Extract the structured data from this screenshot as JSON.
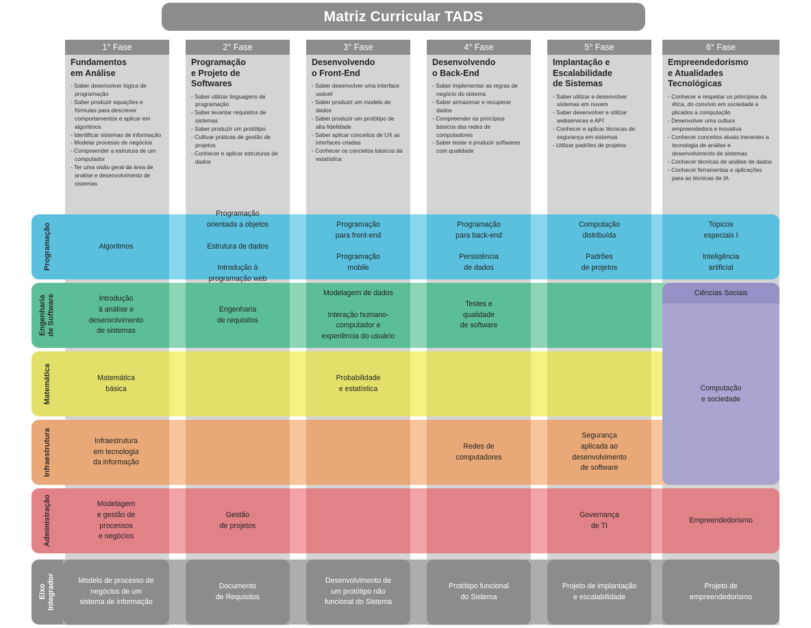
{
  "title": "Matriz Curricular TADS",
  "colors": {
    "title_bar": "#8c8c8c",
    "column_band": "#d4d4d4",
    "programacao": "#5bc0de",
    "programacao_light": "#87d6ec",
    "engenharia": "#5cbe96",
    "engenharia_light": "#8ed5b5",
    "matematica": "#e3e06a",
    "matematica_light": "#f5f17e",
    "infraestrutura": "#e8a877",
    "infraestrutura_light": "#f7c49b",
    "administracao": "#e08286",
    "administracao_light": "#f2a3a6",
    "eixo": "#8c8c8c",
    "eixo_light": "#adadad",
    "ciencias_sociais": "#a9a5d0",
    "ciencias_sociais_head": "#9691c6"
  },
  "phases": [
    {
      "header": "1° Fase",
      "title": "Fundamentos\nem Análise",
      "items": [
        "Saber desenvolver lógica de programação",
        "Saber produzir equações e fórmulas para descrever comportamentos e aplicar em algoritmos",
        "Identificar sistemas de informação",
        "Modelar processo de negócios",
        "Compreender a estrutura de um computador",
        "Ter uma visão geral da área de análise e desenvolvimento de sistemas"
      ]
    },
    {
      "header": "2° Fase",
      "title": "Programação\ne Projeto de\nSoftwares",
      "items": [
        "Saber utilizar linguagens de programação",
        "Saber levantar requisitos de sistemas",
        "Saber produzir um protótipo",
        "Cultivar práticas de gestão de projetos",
        "Conhecer e aplicar estruturas de dados"
      ]
    },
    {
      "header": "3° Fase",
      "title": "Desenvolvendo\no Front-End",
      "items": [
        "Saber desenvolver uma interface usável",
        "Saber produzir um modelo de dados",
        "Saber produzir um protótipo de alta fidelidade",
        "Saber aplicar conceitos de UX as interfaces criadas",
        "Conhecer os conceitos básicos da estatística"
      ]
    },
    {
      "header": "4° Fase",
      "title": "Desenvolvendo\no Back-End",
      "items": [
        "Saber implementar as regras de negócio do sistema",
        "Saber armazenar e recuperar dados",
        "Compreender os princípios básicos das redes de computadores",
        "Saber testar e produzir softwares com qualidade"
      ]
    },
    {
      "header": "5° Fase",
      "title": "Implantação e\nEscalabilidade\nde Sistemas",
      "items": [
        "Saber utilizar e desenvolver sistemas em nuvem",
        "Saber desenvolver e utilizar webservices e API",
        "Conhecer e aplicar técnicas de segurança em sistemas",
        "Utilizar padrões de projetos"
      ]
    },
    {
      "header": "6° Fase",
      "title": "Empreendedorismo\ne Atualidades\nTecnológicas",
      "items": [
        "Conhecer e respeitar os princípios da ética, do convívio em sociedade a plicados a computação",
        "Desenvolver uma cultura empreendedora e inovativa",
        "Conhecer conceitos atuais inerentes a tecnologia de análise e desenvolvimento de sistemas",
        "Conhecer técnicas de análise de dados",
        "Conhecer ferramentas e aplicações para as técnicas de IA"
      ]
    }
  ],
  "rows": [
    {
      "label": "Programação",
      "cells": [
        "Algoritmos",
        "Programação\norientada a objetos\n\nEstrutura de dados\n\nIntrodução à\nprogramação web",
        "Programação\npara front-end\n\nProgramação\nmobile",
        "Programação\npara back-end\n\nPersistência\nde dados",
        "Computação\ndistribuída\n\nPadrões\nde projetos",
        "Topicos\nespeciais I\n\nInteligência\nartificial"
      ]
    },
    {
      "label": "Engenharia\nde Software",
      "cells": [
        "Introdução\nà análise e\ndesenvolvimento\nde sistemas",
        "Engenharia\nde requisitos",
        "Modelagem de dados\n\nInteração humano-\ncomputador e\nexperiência do usuário",
        "Testes e\nqualidade\nde software",
        "",
        ""
      ]
    },
    {
      "label": "Matemática",
      "cells": [
        "Matemática\nbásica",
        "",
        "Probabilidade\ne estatística",
        "",
        "",
        ""
      ]
    },
    {
      "label": "Infraestrutura",
      "cells": [
        "Infraestrutura\nem tecnologia\nda informação",
        "",
        "",
        "Redes de\ncomputadores",
        "Segurança\naplicada ao\ndesenvolvimento\nde software",
        ""
      ]
    },
    {
      "label": "Administração",
      "cells": [
        "Modelagem\ne gestão de\nprocessos\ne negócios",
        "Gestão\nde projetos",
        "",
        "",
        "Governança\nde TI",
        "Empreendedorismo"
      ]
    },
    {
      "label": "Eixo\nIntegrador",
      "cells": [
        "Modelo de processo de\nnegócios de um\nsistema de informação",
        "Documento\nde Requisitos",
        "Desenvolvimento de\num protótipo não\nfuncional do Sistema",
        "Protótipo funcional\ndo Sistema",
        "Projeto de implantação\ne escalabilidade",
        "Projeto de\nempreendedorismo"
      ]
    }
  ],
  "span_block": {
    "header": "Ciências Sociais",
    "body": "Computação\ne sociedade"
  }
}
